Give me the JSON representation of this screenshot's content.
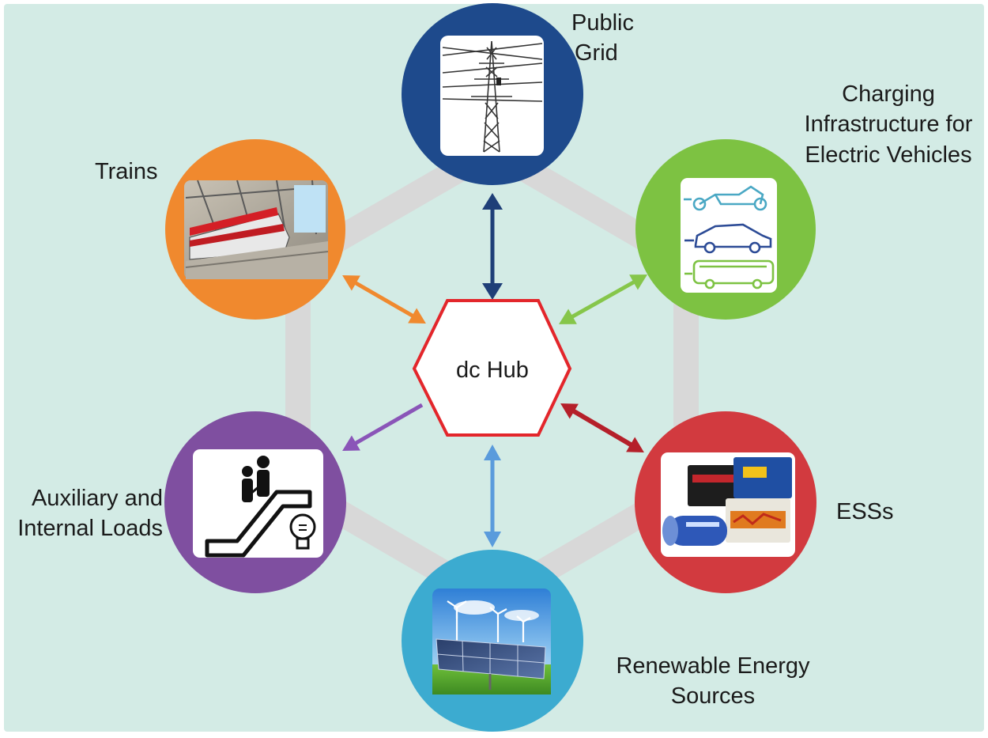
{
  "hub": {
    "label": "dc Hub",
    "border_color": "#e3262b"
  },
  "nodes": {
    "public_grid": {
      "lines": [
        "Public",
        "Grid"
      ],
      "color": "#1e4a8c",
      "arrow_color": "#1f3f78",
      "icon": "transmission-tower-icon"
    },
    "charging": {
      "lines": [
        "Charging",
        "Infrastructure for",
        "Electric Vehicles"
      ],
      "color": "#7dc242",
      "arrow_color": "#86c64a",
      "icon": "electric-vehicles-icon"
    },
    "ess": {
      "lines": [
        "ESSs"
      ],
      "color": "#d23a3f",
      "arrow_color": "#b5202a",
      "icon": "battery-icon"
    },
    "renewable": {
      "lines": [
        "Renewable Energy",
        "Sources"
      ],
      "color": "#3cabd0",
      "arrow_color": "#5a9bdc",
      "icon": "solar-wind-icon"
    },
    "auxiliary": {
      "lines": [
        "Auxiliary and",
        "Internal Loads"
      ],
      "color": "#7f4fa0",
      "arrow_color": "#8a55b8",
      "icon": "escalator-lightbulb-icon"
    },
    "trains": {
      "lines": [
        "Trains"
      ],
      "color": "#f0892e",
      "arrow_color": "#f0892e",
      "icon": "train-icon"
    }
  },
  "colors": {
    "background": "#d3ebe5",
    "hexagon_ring": "#d8d8d8"
  }
}
